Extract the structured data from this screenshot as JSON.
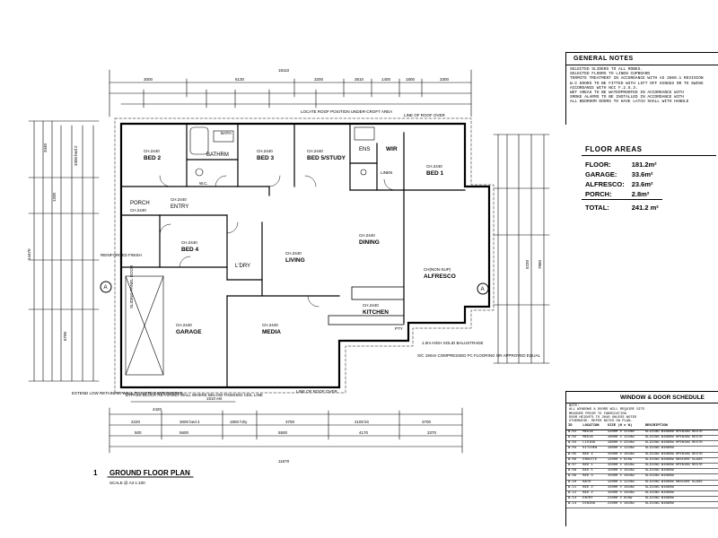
{
  "plan": {
    "title": "GROUND FLOOR PLAN",
    "number": "1",
    "scale": "SCALE @ A3 1:100",
    "rooms": {
      "bed2": {
        "name": "BED 2",
        "sub": "CH.2440"
      },
      "bath": {
        "name": "BATH"
      },
      "bathroom": {
        "name": "BATHRM"
      },
      "bed3": {
        "name": "BED 3",
        "sub": "CH.2440"
      },
      "bed5": {
        "name": "BED 5/STUDY",
        "sub": "CH.2440"
      },
      "ens": {
        "name": "ENS"
      },
      "wir": {
        "name": "WIR"
      },
      "bed1": {
        "name": "BED 1",
        "sub": "CH.2440"
      },
      "entry": {
        "name": "ENTRY",
        "sub": "CH.2440"
      },
      "porch": {
        "name": "PORCH",
        "sub": "CH.2440"
      },
      "bed4": {
        "name": "BED 4",
        "sub": "CH.2440"
      },
      "living": {
        "name": "LIVING",
        "sub": "CH.2440"
      },
      "dining": {
        "name": "DINING",
        "sub": "CH.2440"
      },
      "alfresco": {
        "name": "ALFRESCO",
        "sub": "CH(NON-SUP)"
      },
      "lndry": {
        "name": "L'DRY"
      },
      "kitchen": {
        "name": "KITCHEN",
        "sub": "CH.2440"
      },
      "garage": {
        "name": "GARAGE",
        "sub": "CH.2440"
      },
      "media": {
        "name": "MEDIA",
        "sub": "CH.2440"
      },
      "wc": {
        "name": "W.C."
      },
      "linen": {
        "name": "LINEN"
      },
      "pantry": {
        "name": "PTY"
      }
    },
    "annotations": {
      "roof_line_top": "LINE OF ROOF OVER",
      "roof_line_bottom": "LINE OF ROOF OVER",
      "manhole": "LOCATE ROOF POSITION UNDER-CROFT AREA",
      "retaining": "EXTEND LOW RETAINING WALL TO SUITE EARTHWORKS",
      "plinth": "BYPASS BLOCK RETAINING WALL WHERE BELOW FINISHED CEIL LINE",
      "sliding": "SLIDING PANEL DOOR",
      "drive": "REINFORCED FINISH",
      "balustrade": "1.0m HIGH SOLID BALUSTRADE",
      "fc_floor": "S/C 19mm COMPRESSED FC FLOORING OR APPROVED EQUAL"
    },
    "dims": {
      "overall_top": "18110",
      "overall_bottom": "11670",
      "overall_left": "14470",
      "t1": "3000",
      "t2": "6130",
      "t3": "3200",
      "t4": "3610",
      "t5": "1400",
      "t6": "1800",
      "t7": "3300",
      "b1": "2220",
      "b2": "3000 bed 4",
      "b3": "1800 l'dry",
      "b4": "3700",
      "b5": "4100 kit",
      "b6": "3700",
      "bb1": "500",
      "bb2": "5600",
      "bb3": "5500",
      "bb4": "4170",
      "bb5": "3370",
      "l1": "3440",
      "l2": "1330",
      "l3": "3300 bed 2",
      "l4": "6700",
      "r1": "7860",
      "r2": "5220",
      "gw": "4420",
      "gw2": "1510 ent"
    },
    "section_marker": "A"
  },
  "notes": {
    "title": "GENERAL NOTES",
    "lines": [
      "SELECTED SLIDERS TO ALL ROBES.",
      "SELECTED FLOORS TO LINEN CUPBOARD",
      "TERMITE TREATMENT IN ACCORDANCE WITH AS 3660.1 REVISION",
      "W.C DOORS TO BE FITTED WITH LIFT OFF HINGES OR TO SWING",
      "ACCORDANCE WITH NCC F.2.5.3.",
      "WET AREAS TO BE WATERPROOFED IN ACCORDANCE WITH",
      "SMOKE ALARMS TO BE INSTALLED IN ACCORDANCE WITH",
      "ALL BEDROOM DOORS TO HAVE LATCH SHALL WITH HANDLE"
    ]
  },
  "areas": {
    "title": "FLOOR AREAS",
    "rows": [
      {
        "label": "FLOOR:",
        "value": "181.2m²"
      },
      {
        "label": "GARAGE:",
        "value": "33.6m²"
      },
      {
        "label": "ALFRESCO:",
        "value": "23.6m²"
      },
      {
        "label": "PORCH:",
        "value": "2.8m²"
      }
    ],
    "total": {
      "label": "TOTAL:",
      "value": "241.2 m²"
    }
  },
  "schedule": {
    "title": "WINDOW & DOOR SCHEDULE",
    "note_label": "NOTE:",
    "notes": [
      "ALL WINDOWS & DOORS WILL REQUIRE SITE",
      "MEASURE PRIOR TO FABRICATION",
      "DOOR HEIGHTS TO 2040 UNLESS NOTED",
      "OTHERWISE. REFER NOTES ON PLAN."
    ],
    "headers": [
      "ID",
      "LOCATION",
      "SIZE (H x W)",
      "DESCRIPTION"
    ],
    "rows": [
      [
        "W.01",
        "MEDIA",
        "1200H x 1210w",
        "SLIDING WINDOW OPENING RESTR"
      ],
      [
        "W.02",
        "MEDIA",
        "1800H x 1210w",
        "SLIDING WINDOW OPENING RESTR"
      ],
      [
        "W.03",
        "LIVING",
        "1800H x 2410w",
        "SLIDING WINDOW OPENING RESTR"
      ],
      [
        "W.04",
        "KITCHEN",
        "1800H x 1210w",
        "SLIDING WINDOW"
      ],
      [
        "W.05",
        "BED 4",
        "1500H x 1810w",
        "SLIDING WINDOW OPENING RESTR"
      ],
      [
        "W.06",
        "ENSUITE",
        "1200H x 610w",
        "SLIDING WINDOW OBSCURE GLASS"
      ],
      [
        "W.07",
        "BED 1",
        "1500H x 1810w",
        "SLIDING WINDOW OPENING RESTR"
      ],
      [
        "W.08",
        "BED 5",
        "1500H x 1810w",
        "SLIDING WINDOW"
      ],
      [
        "W.09",
        "BED 3",
        "1500H x 1810w",
        "SLIDING WINDOW"
      ],
      [
        "W.10",
        "BATH",
        "1200H x 1210w",
        "SLIDING WINDOW OBSCURE GLASS"
      ],
      [
        "W.11",
        "BED 2",
        "1500H x 1810w",
        "SLIDING WINDOW"
      ],
      [
        "W.12",
        "BED 2",
        "1500H x 1810w",
        "SLIDING WINDOW"
      ],
      [
        "W.13",
        "ENTRY",
        "2100H x 810w",
        "SLIDING WINDOW"
      ],
      [
        "W.14",
        "DINING",
        "2100H x 1810w",
        "SLIDING WINDOW"
      ]
    ]
  }
}
